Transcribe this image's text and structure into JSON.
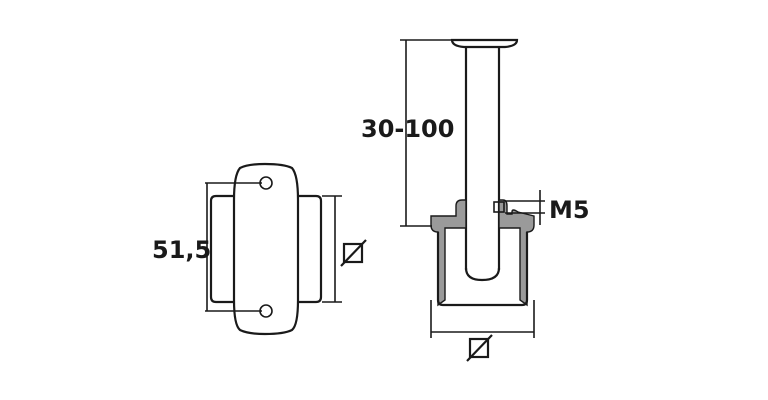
{
  "dimensions": {
    "height_range": "30-100",
    "thread": "M5",
    "hole_spacing": "51,5"
  },
  "symbols": {
    "diameter": "diameter-symbol"
  }
}
